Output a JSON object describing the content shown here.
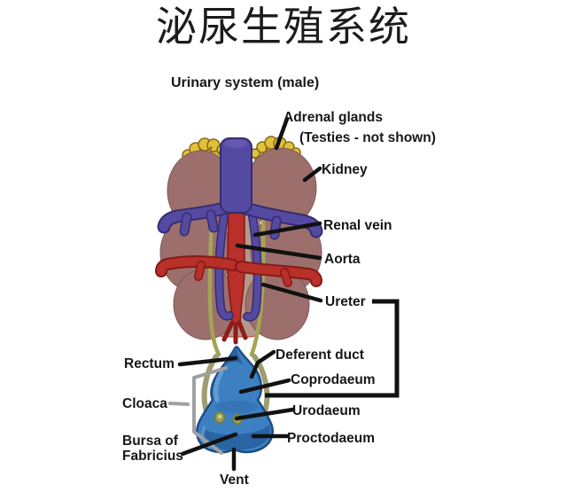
{
  "title": "泌尿生殖系统",
  "figure": {
    "subtitle": "Urinary system (male)"
  },
  "labels": {
    "adrenal_glands": "Adrenal glands",
    "testes_note": "(Testies - not shown)",
    "kidney": "Kidney",
    "renal_vein": "Renal vein",
    "aorta": "Aorta",
    "ureter": "Ureter",
    "deferent_duct": "Deferent duct",
    "coprodaeum": "Coprodaeum",
    "urodaeum": "Urodaeum",
    "proctodaeum": "Proctodaeum",
    "rectum": "Rectum",
    "cloaca": "Cloaca",
    "bursa_line1": "Bursa of",
    "bursa_line2": "Fabricius",
    "vent": "Vent"
  },
  "colors": {
    "title_text": "#1c1c1c",
    "text": "#171717",
    "kidney": "#9c6f6d",
    "band": "#b4988c",
    "adrenal": "#e2c13a",
    "adrenal_outline": "#876a15",
    "vein": "#554aa2",
    "vein_outline": "#362c70",
    "vein_cap": "#6458b0",
    "artery": "#b92f2a",
    "artery_outline": "#841a16",
    "artery_dark": "#8e1d1a",
    "ureter": "#a3a455",
    "duct": "#9e9d72",
    "cloaca": "#3c80c2",
    "cloaca_dark": "#28619f",
    "cloaca_light": "#6ba3d6",
    "cloaca_outline": "#1c4c86",
    "papilla": "#99a05a",
    "papilla_outline": "#737a38",
    "pointer": "#111111",
    "bracket_gray": "#a0a0a0"
  }
}
